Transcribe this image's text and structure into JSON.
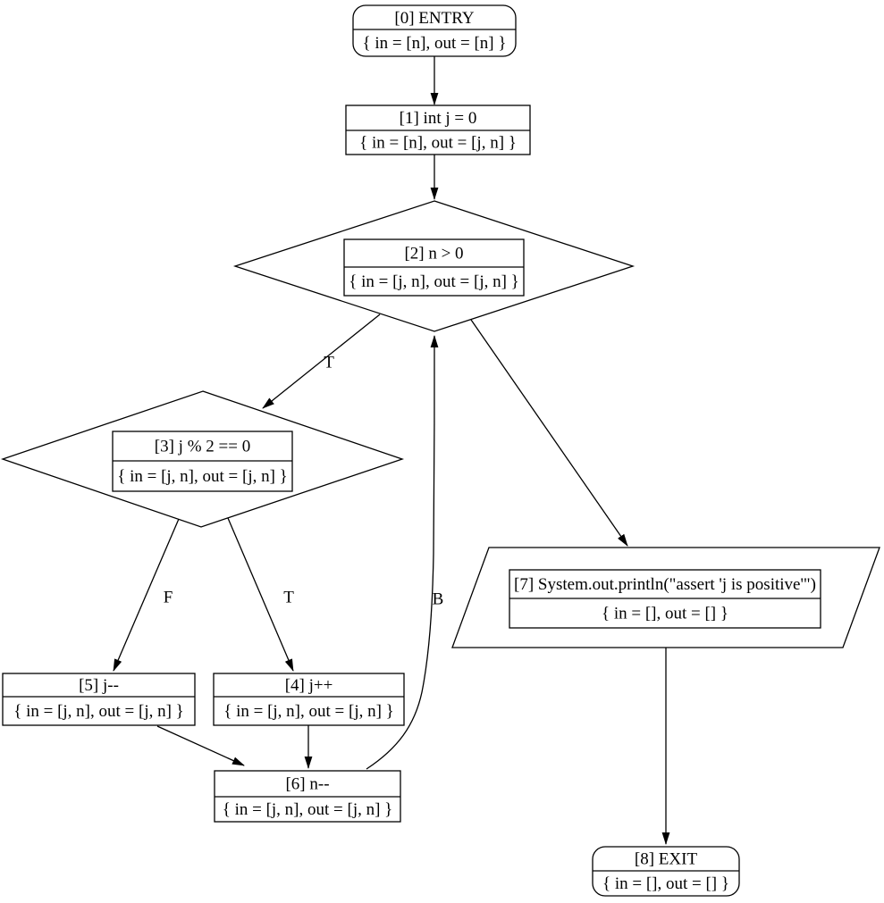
{
  "diagram": {
    "type": "control-flow-graph",
    "background": "#ffffff",
    "stroke_color": "#000000",
    "text_color": "#000000",
    "nodes": [
      {
        "id": "0",
        "shape": "rounded-rect",
        "title": "[0] ENTRY",
        "inout": "{ in = [n], out = [n] }"
      },
      {
        "id": "1",
        "shape": "rect",
        "title": "[1] int j = 0",
        "inout": "{ in = [n], out = [j, n] }"
      },
      {
        "id": "2",
        "shape": "diamond",
        "title": "[2] n > 0",
        "inout": "{ in = [j, n], out = [j, n] }"
      },
      {
        "id": "3",
        "shape": "diamond",
        "title": "[3] j % 2 == 0",
        "inout": "{ in = [j, n], out = [j, n] }"
      },
      {
        "id": "4",
        "shape": "rect",
        "title": "[4] j++",
        "inout": "{ in = [j, n], out = [j, n] }"
      },
      {
        "id": "5",
        "shape": "rect",
        "title": "[5] j--",
        "inout": "{ in = [j, n], out = [j, n] }"
      },
      {
        "id": "6",
        "shape": "rect",
        "title": "[6] n--",
        "inout": "{ in = [j, n], out = [j, n] }"
      },
      {
        "id": "7",
        "shape": "parallelogram",
        "title": "[7] System.out.println(\"assert 'j is positive'\")",
        "inout": "{ in = [], out = [] }"
      },
      {
        "id": "8",
        "shape": "rounded-rect",
        "title": "[8] EXIT",
        "inout": "{ in = [], out = [] }"
      }
    ],
    "edges": [
      {
        "from": "0",
        "to": "1",
        "label": ""
      },
      {
        "from": "1",
        "to": "2",
        "label": ""
      },
      {
        "from": "2",
        "to": "3",
        "label": "T"
      },
      {
        "from": "2",
        "to": "7",
        "label": ""
      },
      {
        "from": "3",
        "to": "5",
        "label": "F"
      },
      {
        "from": "3",
        "to": "4",
        "label": "T"
      },
      {
        "from": "5",
        "to": "6",
        "label": ""
      },
      {
        "from": "4",
        "to": "6",
        "label": ""
      },
      {
        "from": "6",
        "to": "2",
        "label": "B"
      },
      {
        "from": "7",
        "to": "8",
        "label": ""
      }
    ]
  }
}
